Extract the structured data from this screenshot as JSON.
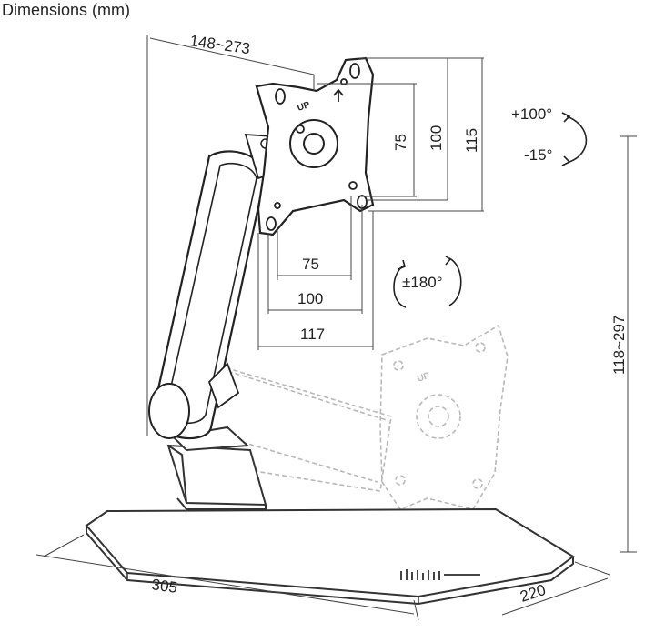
{
  "title": "Dimensions (mm)",
  "dimensions": {
    "arm_reach": "148~273",
    "vesa_v_75": "75",
    "vesa_v_100": "100",
    "vesa_v_115": "115",
    "vesa_h_75": "75",
    "vesa_h_100": "100",
    "vesa_h_117": "117",
    "height_range": "118~297",
    "base_width": "305",
    "base_depth": "220"
  },
  "rotation": {
    "tilt_up": "+100°",
    "tilt_down": "-15°",
    "swivel": "±180°"
  },
  "plate_label": "UP",
  "plate_label_ghost": "UP"
}
